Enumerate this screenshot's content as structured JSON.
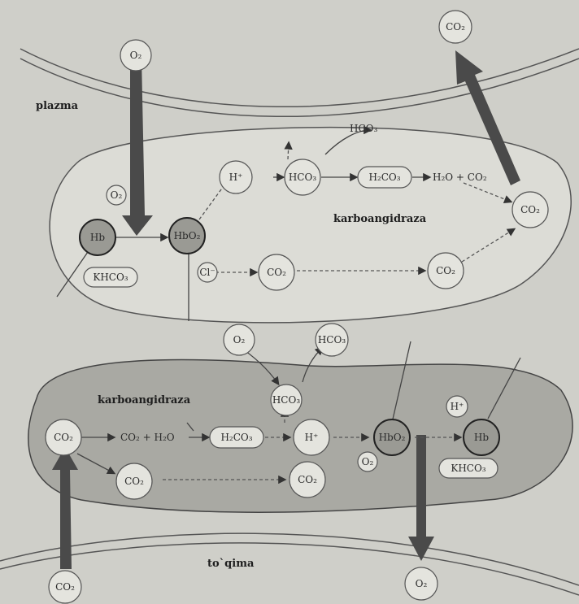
{
  "labels": {
    "plasma": "plazma",
    "tissue": "to`qima",
    "enzyme_top": "karboangidraza",
    "enzyme_bottom": "karboangidraza"
  },
  "nodes": {
    "o2_top": "O₂",
    "co2_top_out": "CO₂",
    "hb_top": "Hb",
    "o2_small_top": "O₂",
    "hbo2_top": "HbO₂",
    "khco3_top": "KHCO₃",
    "h_top": "H⁺",
    "hco3_top": "HCO₃",
    "h2co3_top": "H₂CO₃",
    "h2o_co2_top": "H₂O + CO₂",
    "co2_right": "CO₂",
    "cl_top": "Cl⁻",
    "co2_mid": "CO₂",
    "co2_mid_right": "CO₂",
    "hco3_plasma_small": "HCO₃",
    "o2_between": "O₂",
    "hco3_between": "HCO₃",
    "co2_bottom_in": "CO₂",
    "co2_h2o_bottom": "CO₂ + H₂O",
    "h2co3_bottom": "H₂CO₃",
    "hco3_bottom": "HCO₃",
    "h_bottom": "H⁺",
    "hbo2_bottom": "HbO₂",
    "h_small_bottom": "H⁺",
    "hb_bottom": "Hb",
    "khco3_bottom": "KHCO₃",
    "co2_bottom_left": "CO₂",
    "co2_bottom_mid": "CO₂",
    "o2_small_bottom": "O₂",
    "co2_tissue": "CO₂",
    "o2_tissue": "O₂"
  },
  "colors": {
    "background": "#cfcfc9",
    "upper_cell": "#dcdcd6",
    "lower_cell": "#a9a9a3",
    "big_arrow": "#4a4a4a"
  }
}
